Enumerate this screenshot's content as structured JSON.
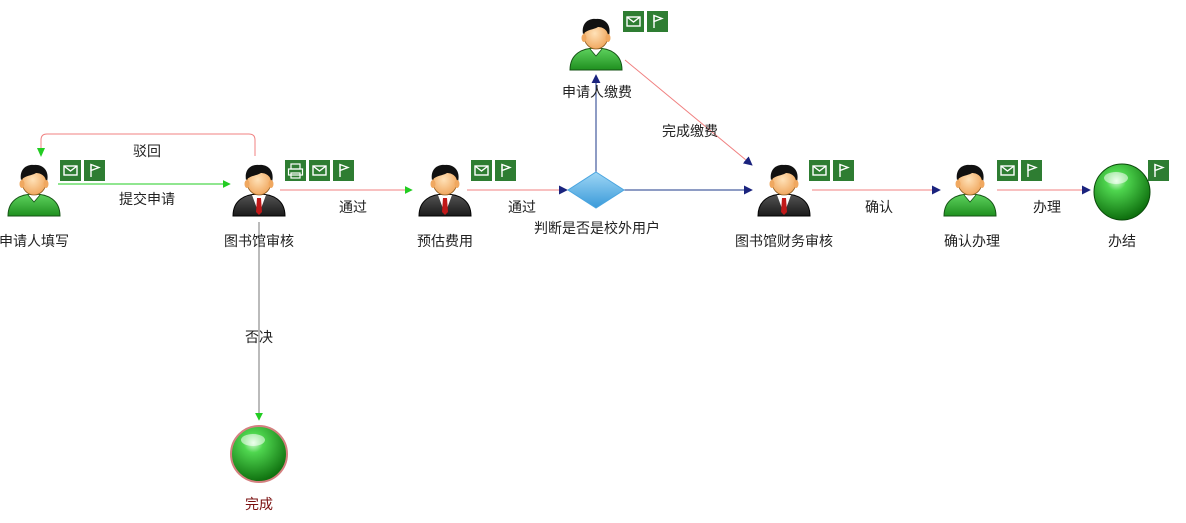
{
  "colors": {
    "edge_red": "#f08080",
    "edge_blue": "#1e3a8a",
    "edge_green": "#22cc22",
    "arrow_green": "#22cc22",
    "arrow_navy": "#1a237e",
    "badge_green": "#2e7d32",
    "decision_blue": "#5ab4e8",
    "end_green": "#2faa2f",
    "end_label": "#7a1010"
  },
  "nodes": {
    "applicant_fill": {
      "label": "申请人填写",
      "icon": "user-green-icon",
      "badges": [
        "mail-icon",
        "flag-icon"
      ]
    },
    "library_review": {
      "label": "图书馆审核",
      "icon": "user-suit-icon",
      "badges": [
        "print-icon",
        "mail-icon",
        "flag-icon"
      ]
    },
    "estimate_cost": {
      "label": "预估费用",
      "icon": "user-suit-icon",
      "badges": [
        "mail-icon",
        "flag-icon"
      ]
    },
    "decision": {
      "label": "判断是否是校外用户",
      "icon": "decision-diamond-icon"
    },
    "applicant_pay": {
      "label": "申请人缴费",
      "icon": "user-green-icon",
      "badges": [
        "mail-icon",
        "flag-icon"
      ]
    },
    "finance_review": {
      "label": "图书馆财务审核",
      "icon": "user-suit-icon",
      "badges": [
        "mail-icon",
        "flag-icon"
      ]
    },
    "confirm": {
      "label": "确认办理",
      "icon": "user-green-icon",
      "badges": [
        "mail-icon",
        "flag-icon"
      ]
    },
    "end_done": {
      "label": "办结",
      "icon": "end-circle-icon",
      "badges": [
        "flag-icon"
      ]
    },
    "end_complete": {
      "label": "完成",
      "icon": "end-circle-icon"
    }
  },
  "edges": {
    "submit": "提交申请",
    "reject": "驳回",
    "pass1": "通过",
    "pass2": "通过",
    "paid": "完成缴费",
    "confirm": "确认",
    "handle": "办理",
    "veto": "否决"
  }
}
